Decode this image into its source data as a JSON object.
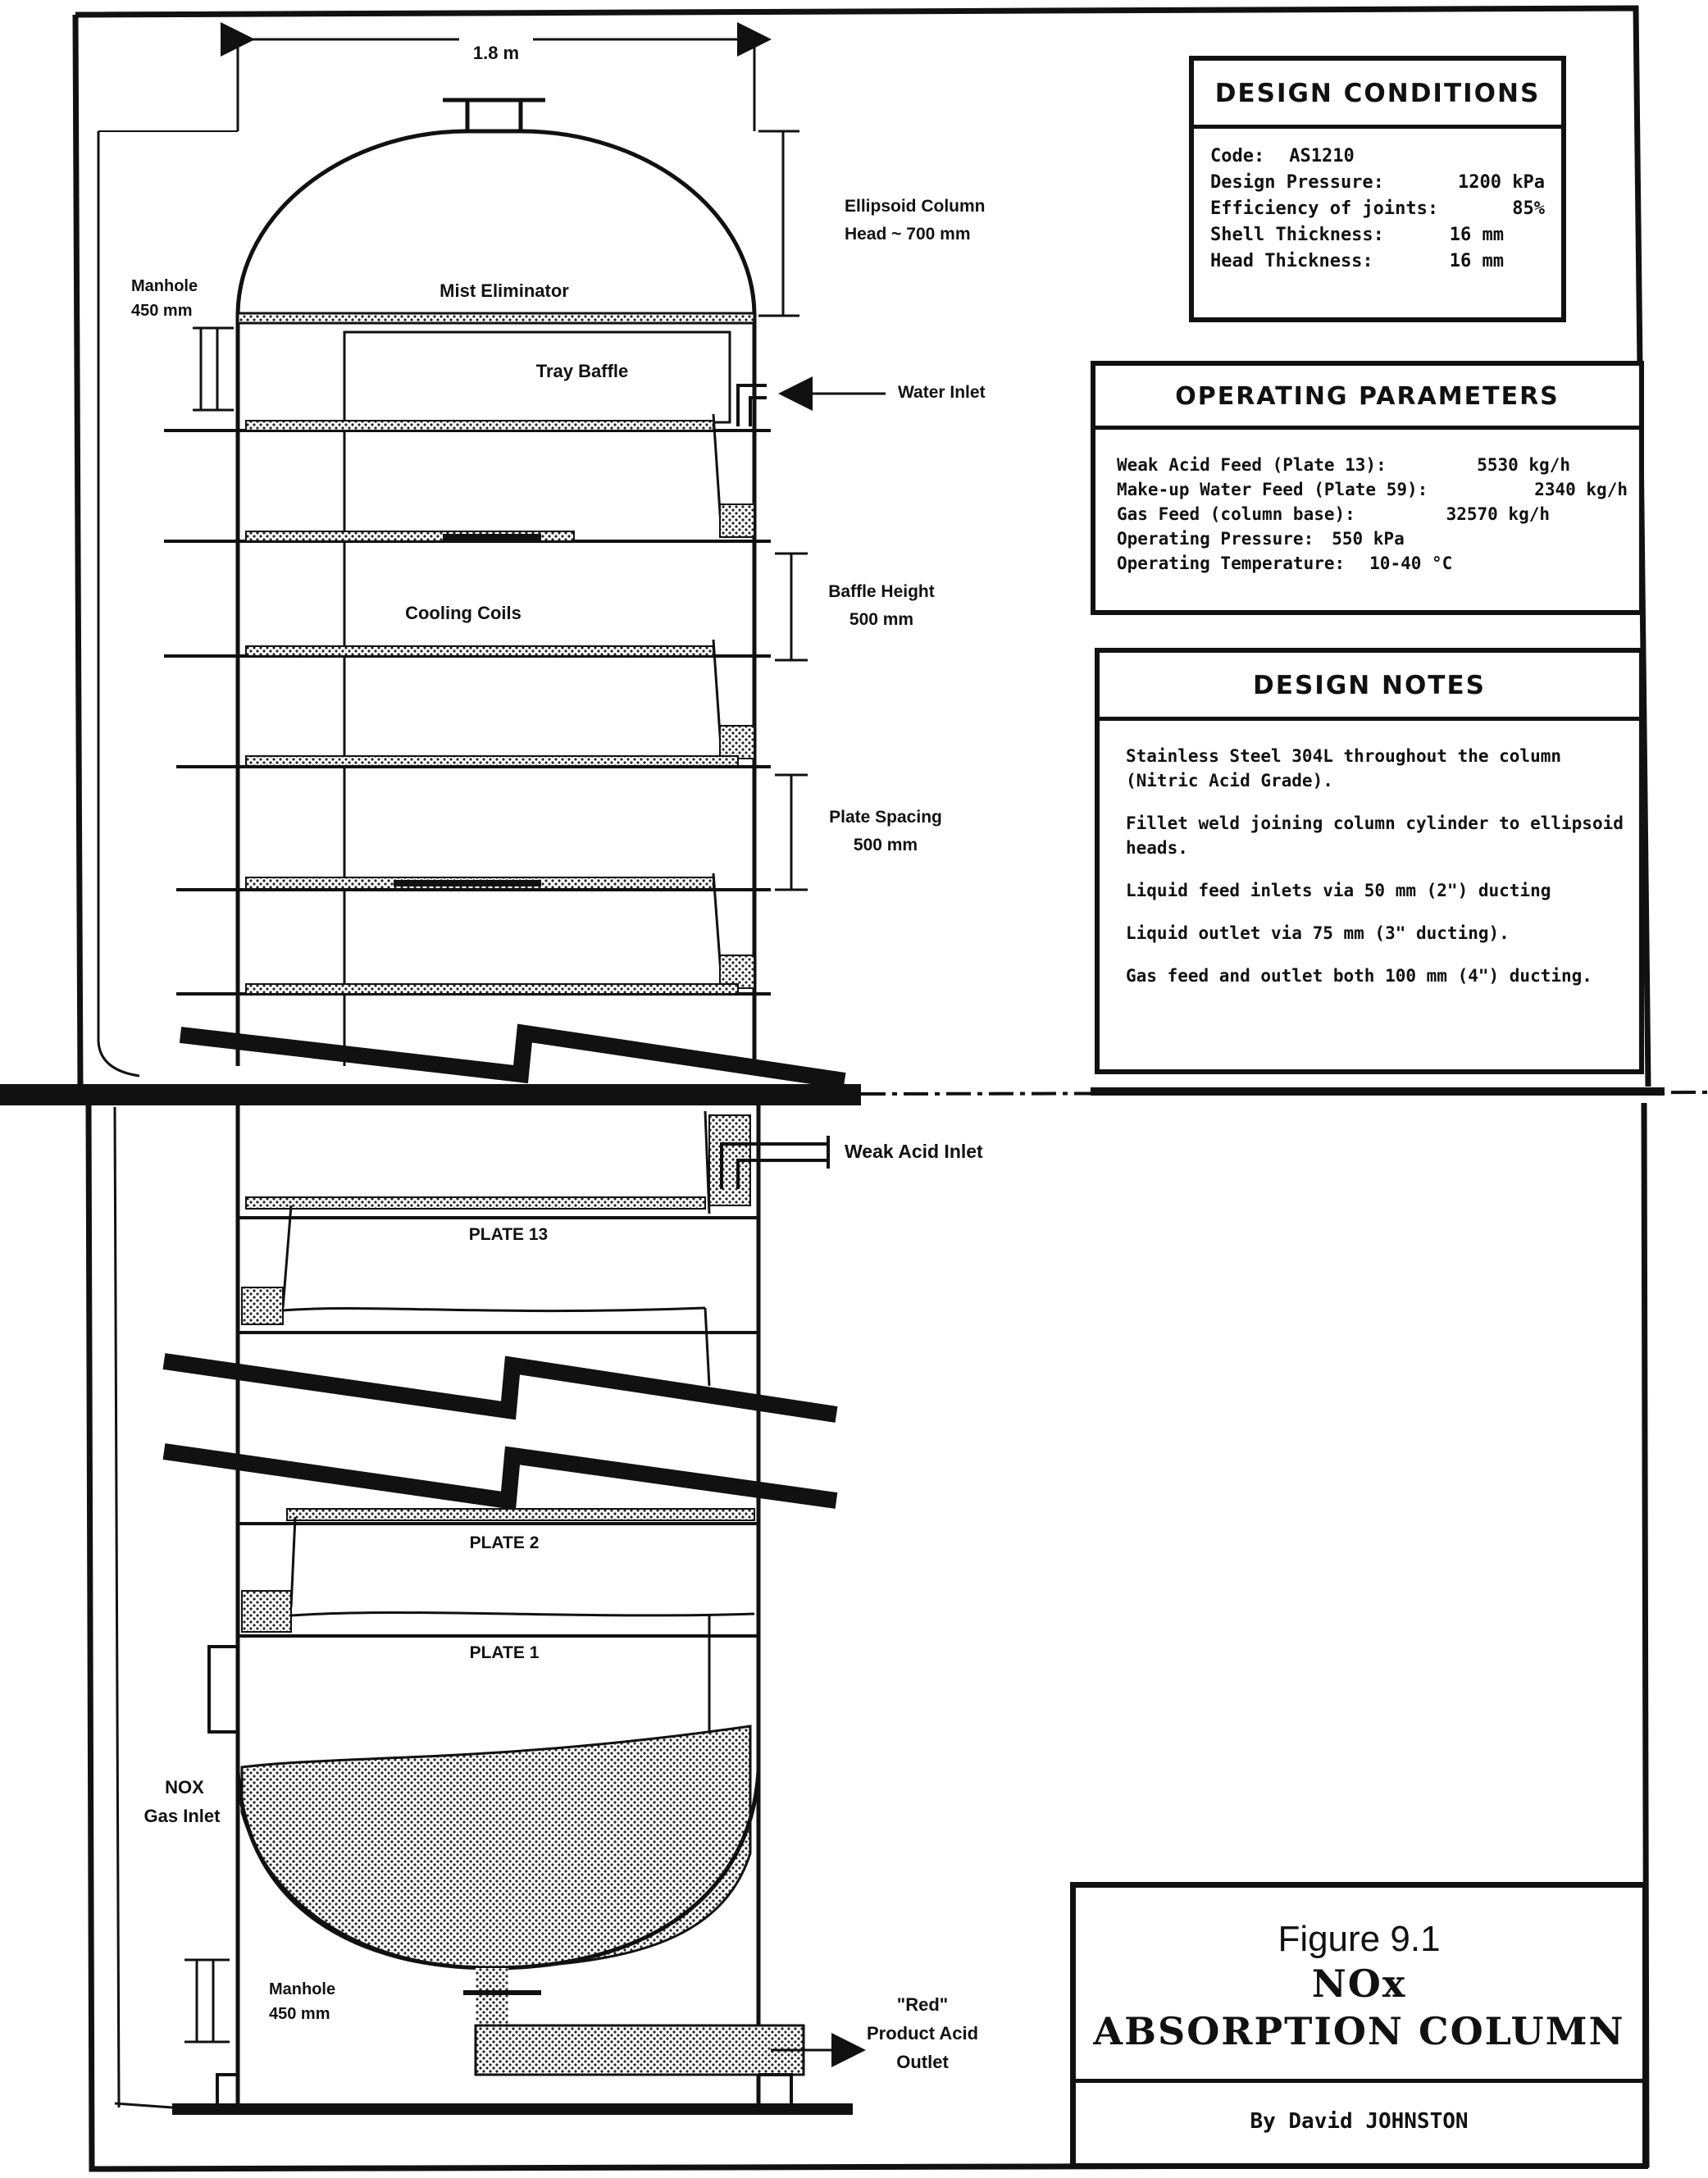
{
  "diagram": {
    "width_label": "1.8 m",
    "head_label_1": "Ellipsoid Column",
    "head_label_2": "Head ~ 700 mm",
    "manhole_top_1": "Manhole",
    "manhole_top_2": "450 mm",
    "mist_eliminator": "Mist Eliminator",
    "tray_baffle": "Tray Baffle",
    "water_inlet": "Water Inlet",
    "cooling_coils": "Cooling Coils",
    "baffle_height_1": "Baffle Height",
    "baffle_height_2": "500 mm",
    "plate_spacing_1": "Plate Spacing",
    "plate_spacing_2": "500 mm",
    "weak_acid_inlet": "Weak Acid Inlet",
    "plate_13": "PLATE 13",
    "plate_2": "PLATE 2",
    "plate_1": "PLATE 1",
    "nox_inlet_1": "NOX",
    "nox_inlet_2": "Gas Inlet",
    "manhole_bottom_1": "Manhole",
    "manhole_bottom_2": "450 mm",
    "product_outlet_1": "\"Red\"",
    "product_outlet_2": "Product Acid",
    "product_outlet_3": "Outlet"
  },
  "design_conditions": {
    "title": "DESIGN CONDITIONS",
    "rows": [
      {
        "label": "Code:",
        "value": "AS1210"
      },
      {
        "label": "Design Pressure:",
        "value": "1200 kPa"
      },
      {
        "label": "Efficiency of joints:",
        "value": "85%"
      },
      {
        "label": "Shell Thickness:",
        "value": "16 mm"
      },
      {
        "label": "Head Thickness:",
        "value": "16 mm"
      }
    ]
  },
  "operating_parameters": {
    "title": "OPERATING PARAMETERS",
    "rows": [
      {
        "label": "Weak Acid Feed (Plate 13):",
        "value": "5530 kg/h"
      },
      {
        "label": "Make-up Water Feed (Plate 59):",
        "value": "2340 kg/h"
      },
      {
        "label": "Gas Feed (column base):",
        "value": "32570 kg/h"
      },
      {
        "label": "Operating Pressure:",
        "value": "550 kPa"
      },
      {
        "label": "Operating Temperature:",
        "value": "10-40 °C"
      }
    ]
  },
  "design_notes": {
    "title": "DESIGN NOTES",
    "notes": [
      "Stainless Steel 304L throughout the column (Nitric Acid Grade).",
      "Fillet weld joining column cylinder to ellipsoid heads.",
      "Liquid feed inlets via 50 mm (2\") ducting",
      "Liquid outlet via 75 mm (3\" ducting).",
      "Gas feed and outlet both 100 mm (4\") ducting."
    ]
  },
  "title_block": {
    "figure": "Figure 9.1",
    "name_line_1": "NOx",
    "name_line_2": "ABSORPTION COLUMN",
    "author": "By David JOHNSTON"
  }
}
